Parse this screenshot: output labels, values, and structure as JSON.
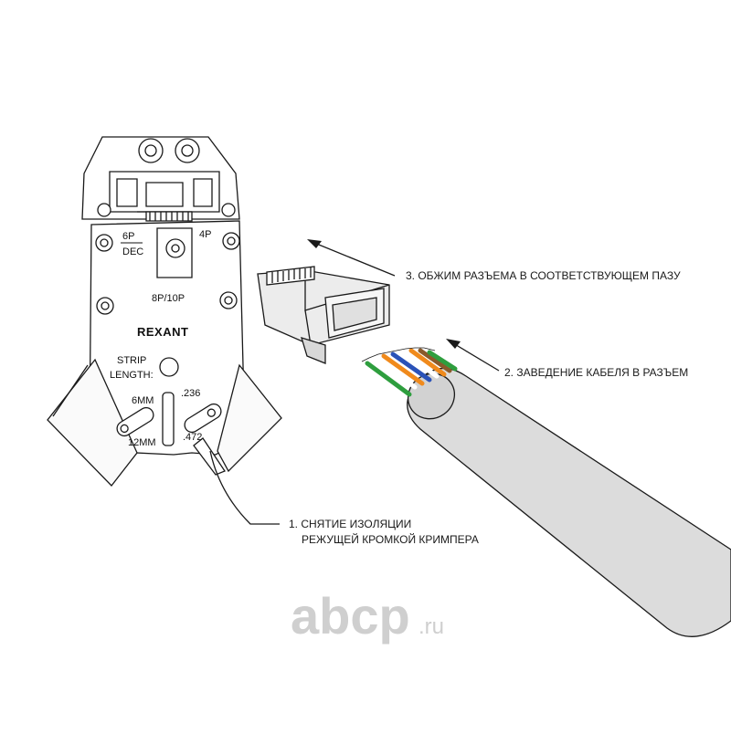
{
  "tool": {
    "brand": "REXANT",
    "slot_6p": "6P",
    "slot_dec": "DEC",
    "slot_4p": "4P",
    "slot_8p10p": "8P/10P",
    "strip_line1": "STRIP",
    "strip_line2": "LENGTH:",
    "mm6": "6MM",
    "mm12": "12MM",
    "in236": ".236",
    "in472": ".472"
  },
  "steps": {
    "step1_line1": "1. СНЯТИЕ ИЗОЛЯЦИИ",
    "step1_line2": "РЕЖУЩЕЙ КРОМКОЙ КРИМПЕРА",
    "step2": "2. ЗАВЕДЕНИЕ КАБЕЛЯ В РАЗЪЕМ",
    "step3": "3. ОБЖИМ РАЗЪЕМА В СООТВЕТСТВУЮЩЕМ ПАЗУ"
  },
  "watermark": {
    "main": "abcp",
    "suffix": ".ru"
  },
  "colors": {
    "line": "#1a1a1a",
    "tool_fill": "#ffffff",
    "cable_fill": "#dcdcdc",
    "connector_fill": "#ececec",
    "watermark": "#cfcfcf",
    "wire_green": "#2e9e3e",
    "wire_orange": "#f08a1c",
    "wire_blue": "#2a52b8",
    "wire_brown": "#8a5a2a"
  }
}
